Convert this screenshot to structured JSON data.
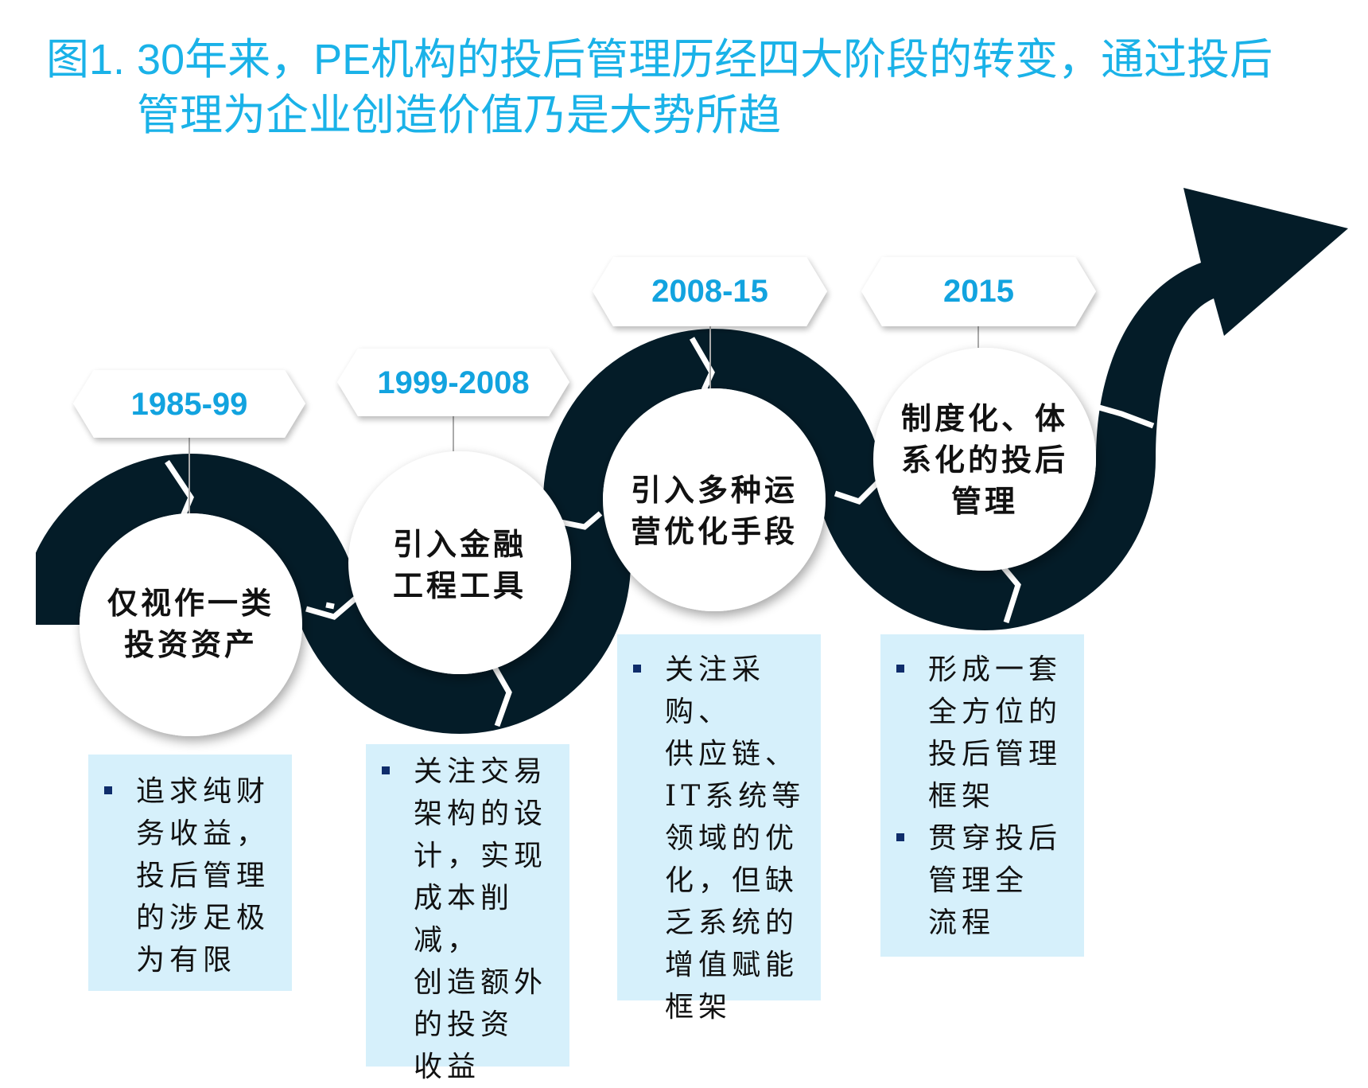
{
  "title": {
    "line1": "图1. 30年来，PE机构的投后管理历经四大阶段的转变，通过投后",
    "line2": "管理为企业创造价值乃是大势所趋"
  },
  "colors": {
    "title": "#1AB2E8",
    "year_text": "#12A3DF",
    "ribbon_light": "#BFE7F8",
    "ribbon_mid": "#5FCDF2",
    "ribbon_bright": "#12B0EA",
    "arrow_dark": "#06202E",
    "box_bg": "#D6F0FB",
    "bullet": "#0F2D6B"
  },
  "stages": [
    {
      "period": "1985-99",
      "circle_lines": [
        "仅视作一类",
        "投资资产"
      ],
      "bullets": [
        {
          "lines": [
            "追求纯财",
            "务收益，",
            "投后管理",
            "的涉足极",
            "为有限"
          ]
        }
      ]
    },
    {
      "period": "1999-2008",
      "circle_lines": [
        "引入金融",
        "工程工具"
      ],
      "bullets": [
        {
          "lines": [
            "关注交易",
            "架构的设",
            "计，实现",
            "成本削减，",
            "创造额外",
            "的投资",
            "收益"
          ]
        }
      ]
    },
    {
      "period": "2008-15",
      "circle_lines": [
        "引入多种运",
        "营优化手段"
      ],
      "bullets": [
        {
          "lines": [
            "关注采购、",
            "供应链、",
            "IT系统等",
            "领域的优",
            "化，但缺",
            "乏系统的",
            "增值赋能",
            "框架"
          ]
        }
      ]
    },
    {
      "period": "2015",
      "circle_lines": [
        "制度化、体",
        "系化的投后",
        "管理"
      ],
      "bullets": [
        {
          "lines": [
            "形成一套",
            "全方位的",
            "投后管理",
            "框架"
          ]
        },
        {
          "lines": [
            "贯穿投后",
            "管理全",
            "流程"
          ]
        }
      ]
    }
  ]
}
